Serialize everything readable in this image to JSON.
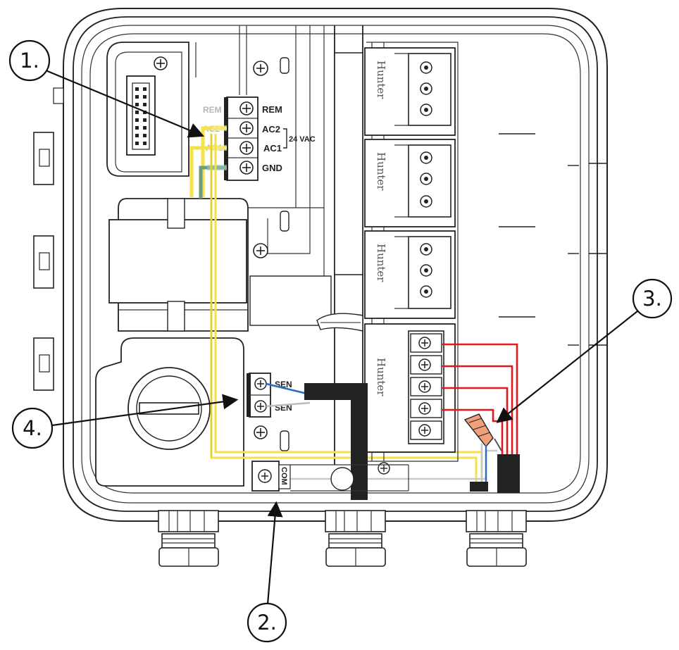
{
  "terminal_block": {
    "rem_left": "REM",
    "ac2_left": "AC2",
    "ac1_left": "AC1",
    "rem_right": "REM",
    "ac2_right": "AC2",
    "ac1_right": "AC1",
    "gnd_right": "GND",
    "voltage": "24 VAC"
  },
  "sensor_block": {
    "sen_top": "SEN",
    "sen_bottom": "SEN"
  },
  "com_label": "COM",
  "module_brand": "Hunter",
  "callouts": [
    {
      "number": "1."
    },
    {
      "number": "2."
    },
    {
      "number": "3."
    },
    {
      "number": "4."
    }
  ],
  "colors": {
    "yellow_wire": "#f4e24a",
    "green_wire": "#6a9e7e",
    "red_wire": "#e0191f",
    "blue_wire": "#2a6ec0",
    "gray_wire": "#c8c8c8",
    "black_conduit": "#222222",
    "wire_nut": "#f0a07a"
  }
}
